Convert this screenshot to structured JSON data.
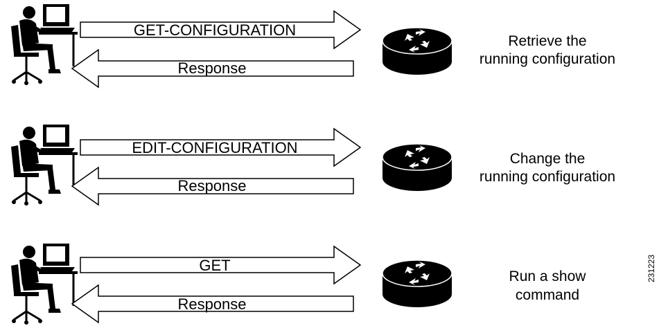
{
  "rows": [
    {
      "request": "GET-CONFIGURATION",
      "response": "Response",
      "description": [
        "Retrieve the",
        "running configuration"
      ]
    },
    {
      "request": "EDIT-CONFIGURATION",
      "response": "Response",
      "description": [
        "Change the",
        "running configuration"
      ]
    },
    {
      "request": "GET",
      "response": "Response",
      "description": [
        "Run a show",
        "command"
      ]
    }
  ],
  "figure_id": "231223"
}
